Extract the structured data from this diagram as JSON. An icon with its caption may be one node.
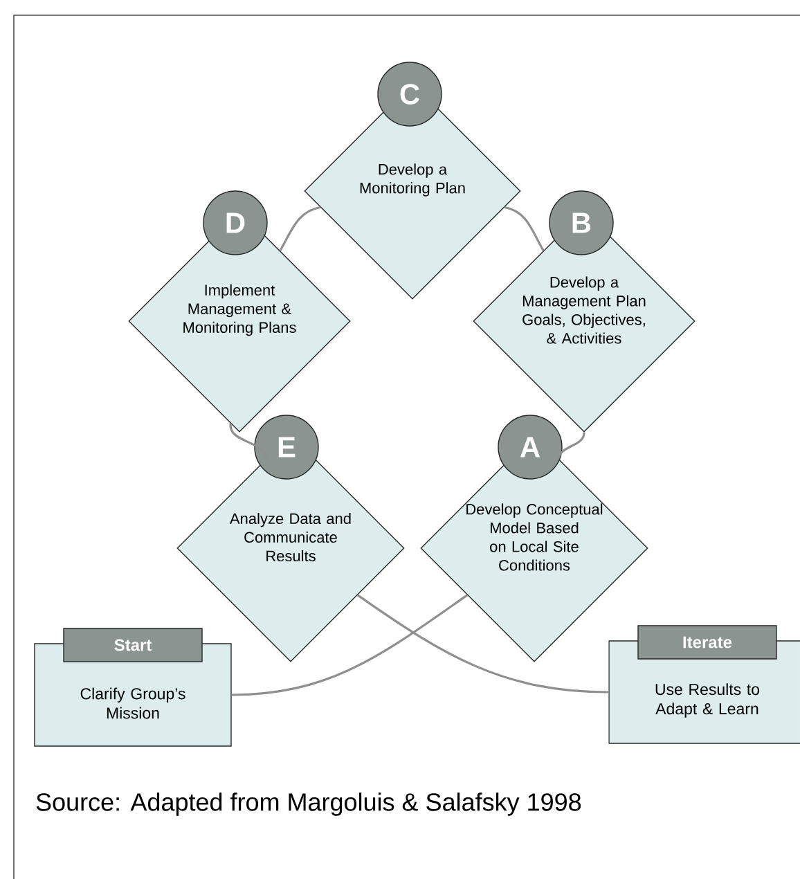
{
  "diagram": {
    "caption": "Source: Adapted from Margoluis & Salafsky 1998",
    "nodes": [
      {
        "text": [
          "C",
          "Develop a Monitoring Plan"
        ]
      },
      {
        "text": [
          "D",
          "Implement Management & Monitoring Plans"
        ]
      },
      {
        "text": [
          "B",
          "Develop a Management Plan Goals, Objectives, & Activities"
        ]
      },
      {
        "text": [
          "E",
          "Analyze Data and Communicate Results"
        ]
      },
      {
        "text": [
          "A",
          "Develop Conceptual Model Based on Local Site Conditions"
        ]
      },
      {
        "text": [
          "Start",
          "Clarify Group’s Mission"
        ]
      },
      {
        "text": [
          "Iterate",
          "Use Results to Adapt & Learn"
        ]
      }
    ],
    "edges": [
      {
        "from": 5,
        "to": 4,
        "arrow": "none"
      },
      {
        "from": 4,
        "to": 2,
        "arrow": "none"
      },
      {
        "from": 2,
        "to": 0,
        "arrow": "none"
      },
      {
        "from": 0,
        "to": 1,
        "arrow": "none"
      },
      {
        "from": 1,
        "to": 3,
        "arrow": "none"
      },
      {
        "from": 3,
        "to": 6,
        "arrow": "none"
      }
    ]
  }
}
